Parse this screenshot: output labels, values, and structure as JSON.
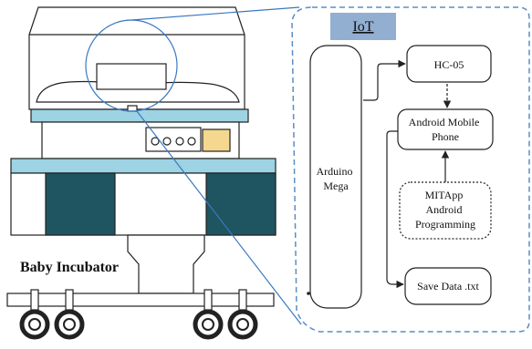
{
  "incubator": {
    "caption": "Baby Incubator"
  },
  "iot_panel": {
    "title": "IoT",
    "nodes": {
      "arduino": [
        "Arduino",
        "Mega"
      ],
      "hc05": [
        "HC-05"
      ],
      "android": [
        "Android Mobile",
        "Phone"
      ],
      "mitapp": [
        "MITApp",
        "Android",
        "Programming"
      ],
      "save": [
        "Save Data .txt"
      ]
    }
  },
  "colors": {
    "teal_light": "#9dd3e3",
    "teal_dark": "#1f5560",
    "panel_border": "#5b8ec4",
    "iot_title_bg": "#92aed1",
    "display_yellow": "#f4d88f",
    "line_blue": "#3a78c0"
  }
}
